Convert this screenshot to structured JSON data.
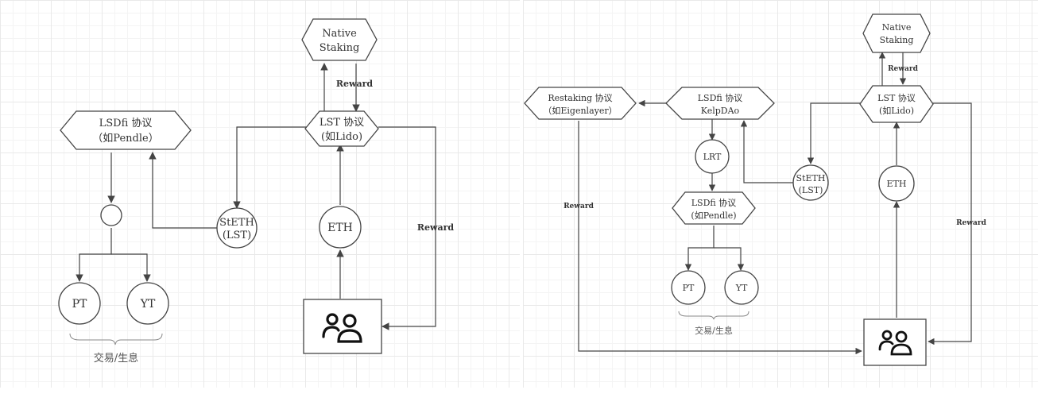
{
  "colors": {
    "stroke": "#444444",
    "grid": "#e9e9e9",
    "background": "#ffffff"
  },
  "left": {
    "native_staking": [
      "Native",
      "Staking"
    ],
    "lst": [
      "LST 协议",
      "(如Lido)"
    ],
    "lsdfi": [
      "LSDfi 协议",
      "（如Pendle）"
    ],
    "steth": [
      "StETH",
      "(LST)"
    ],
    "eth": "ETH",
    "pt": "PT",
    "yt": "YT",
    "trade_label": "交易/生息",
    "reward_top": "Reward",
    "reward_right": "Reward",
    "users_icon": "users-icon"
  },
  "right": {
    "native_staking": [
      "Native",
      "Staking"
    ],
    "lst": [
      "LST 协议",
      "(如Lido)"
    ],
    "restaking": [
      "Restaking 协议",
      "（如Eigenlayer）"
    ],
    "lsdfi_kelp": [
      "LSDfi 协议",
      "KelpDAo"
    ],
    "lrt": "LRT",
    "lsdfi_pendle": [
      "LSDfi 协议",
      "(如Pendle)"
    ],
    "steth": [
      "StETH",
      "(LST)"
    ],
    "eth": "ETH",
    "pt": "PT",
    "yt": "YT",
    "trade_label": "交易/生息",
    "reward_top": "Reward",
    "reward_left": "Reward",
    "reward_right": "Reward",
    "users_icon": "users-icon"
  }
}
